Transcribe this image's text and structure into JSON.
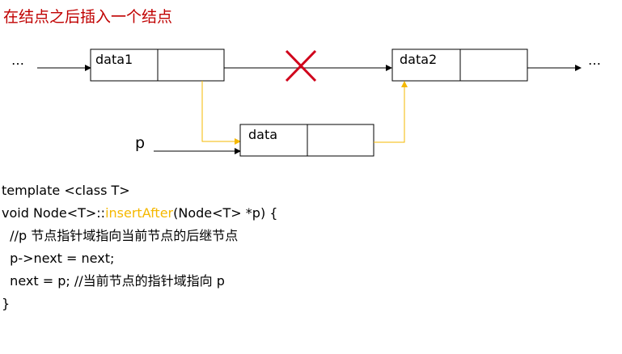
{
  "title": "在结点之后插入一个结点",
  "diagram": {
    "ellipsis_left": "…",
    "ellipsis_right": "…",
    "node1_label": "data1",
    "node2_label": "data2",
    "new_node_label": "data",
    "pointer_label": "p",
    "colors": {
      "link": "#000000",
      "new_link": "#f5b800",
      "cross": "#d0021b"
    }
  },
  "code": {
    "line1": "template <class T>",
    "line2_pre": "void Node<T>::",
    "line2_fn": "insertAfter",
    "line2_post": "(Node<T> *p) {",
    "line3": "  //p 节点指针域指向当前节点的后继节点",
    "line4": "  p->next = next;",
    "line5": "  next = p; //当前节点的指针域指向 p",
    "line6": "}"
  }
}
